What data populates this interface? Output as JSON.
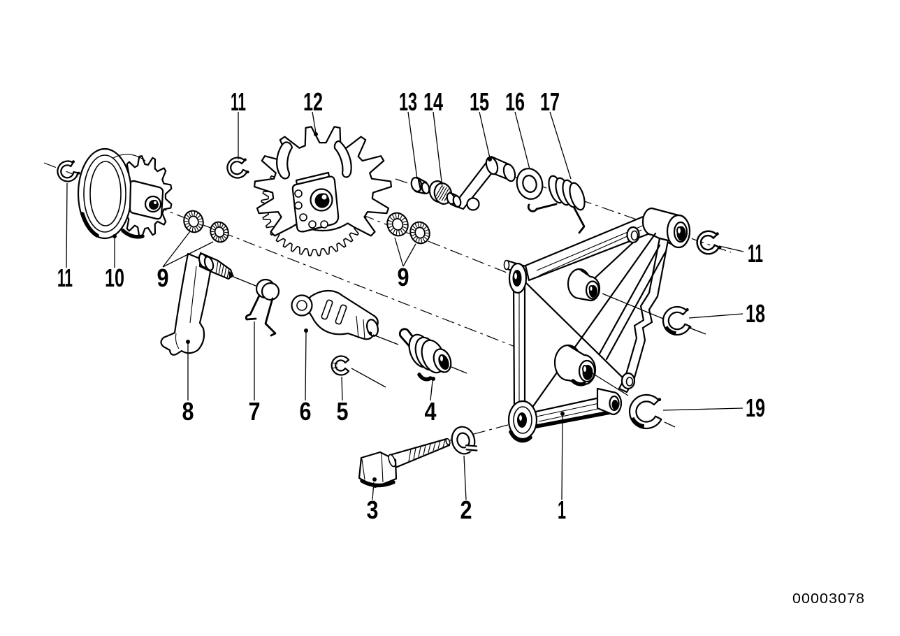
{
  "diagram": {
    "number": "00003078",
    "background_color": "#ffffff",
    "line_color": "#000000"
  },
  "callouts": [
    {
      "label": "1"
    },
    {
      "label": "2"
    },
    {
      "label": "3"
    },
    {
      "label": "4"
    },
    {
      "label": "5"
    },
    {
      "label": "6"
    },
    {
      "label": "7"
    },
    {
      "label": "8"
    },
    {
      "label": "9"
    },
    {
      "label": "9"
    },
    {
      "label": "10"
    },
    {
      "label": "11"
    },
    {
      "label": "11"
    },
    {
      "label": "11"
    },
    {
      "label": "12"
    },
    {
      "label": "13"
    },
    {
      "label": "14"
    },
    {
      "label": "15"
    },
    {
      "label": "16"
    },
    {
      "label": "17"
    },
    {
      "label": "18"
    },
    {
      "label": "19"
    }
  ]
}
